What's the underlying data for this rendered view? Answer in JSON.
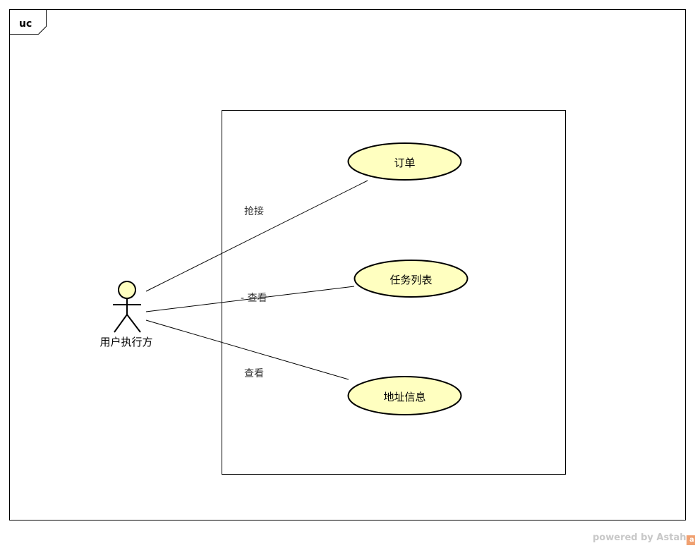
{
  "frame": {
    "tag": "uc"
  },
  "actor": {
    "name": "用户执行方"
  },
  "use_cases": [
    {
      "name": "订单"
    },
    {
      "name": "任务列表"
    },
    {
      "name": "地址信息"
    }
  ],
  "associations": [
    {
      "label": "抢接"
    },
    {
      "label": "- 查看"
    },
    {
      "label": "查看"
    }
  ],
  "colors": {
    "use_case_fill": "#ffffc0",
    "actor_head_fill": "#ffffc0",
    "stroke": "#000000"
  },
  "watermark": {
    "text": "powered by Astah",
    "logo": "a"
  }
}
